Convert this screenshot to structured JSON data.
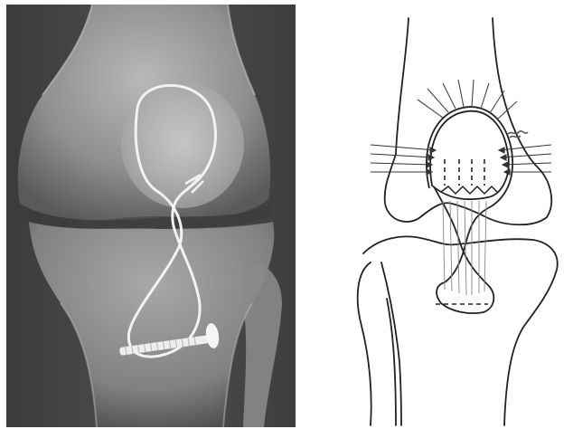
{
  "figure": {
    "panels": [
      {
        "id": "xray",
        "kind": "radiograph"
      },
      {
        "id": "drawing",
        "kind": "line-drawing"
      }
    ]
  },
  "colors": {
    "page_background": "#ffffff",
    "xray_background": "#3a3a3a",
    "bone": "#9a9a9a",
    "hardware": "#f2f2f2",
    "ink": "#222222",
    "suture_accent": "#555555"
  }
}
